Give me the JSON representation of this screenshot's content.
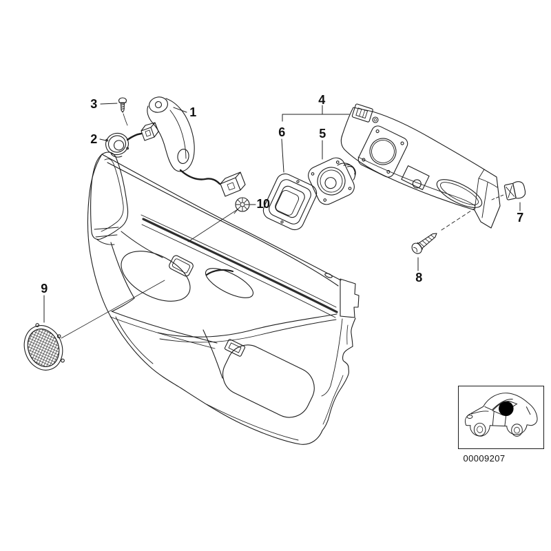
{
  "diagram": {
    "background_color": "#ffffff",
    "line_color": "#1a1a1a",
    "code": "00009207",
    "callouts": [
      {
        "label": "1"
      },
      {
        "label": "2"
      },
      {
        "label": "3"
      },
      {
        "label": "4"
      },
      {
        "label": "5"
      },
      {
        "label": "6"
      },
      {
        "label": "7"
      },
      {
        "label": "8"
      },
      {
        "label": "9"
      },
      {
        "label": "10"
      }
    ],
    "inset": {
      "marker_color": "#000000"
    }
  }
}
